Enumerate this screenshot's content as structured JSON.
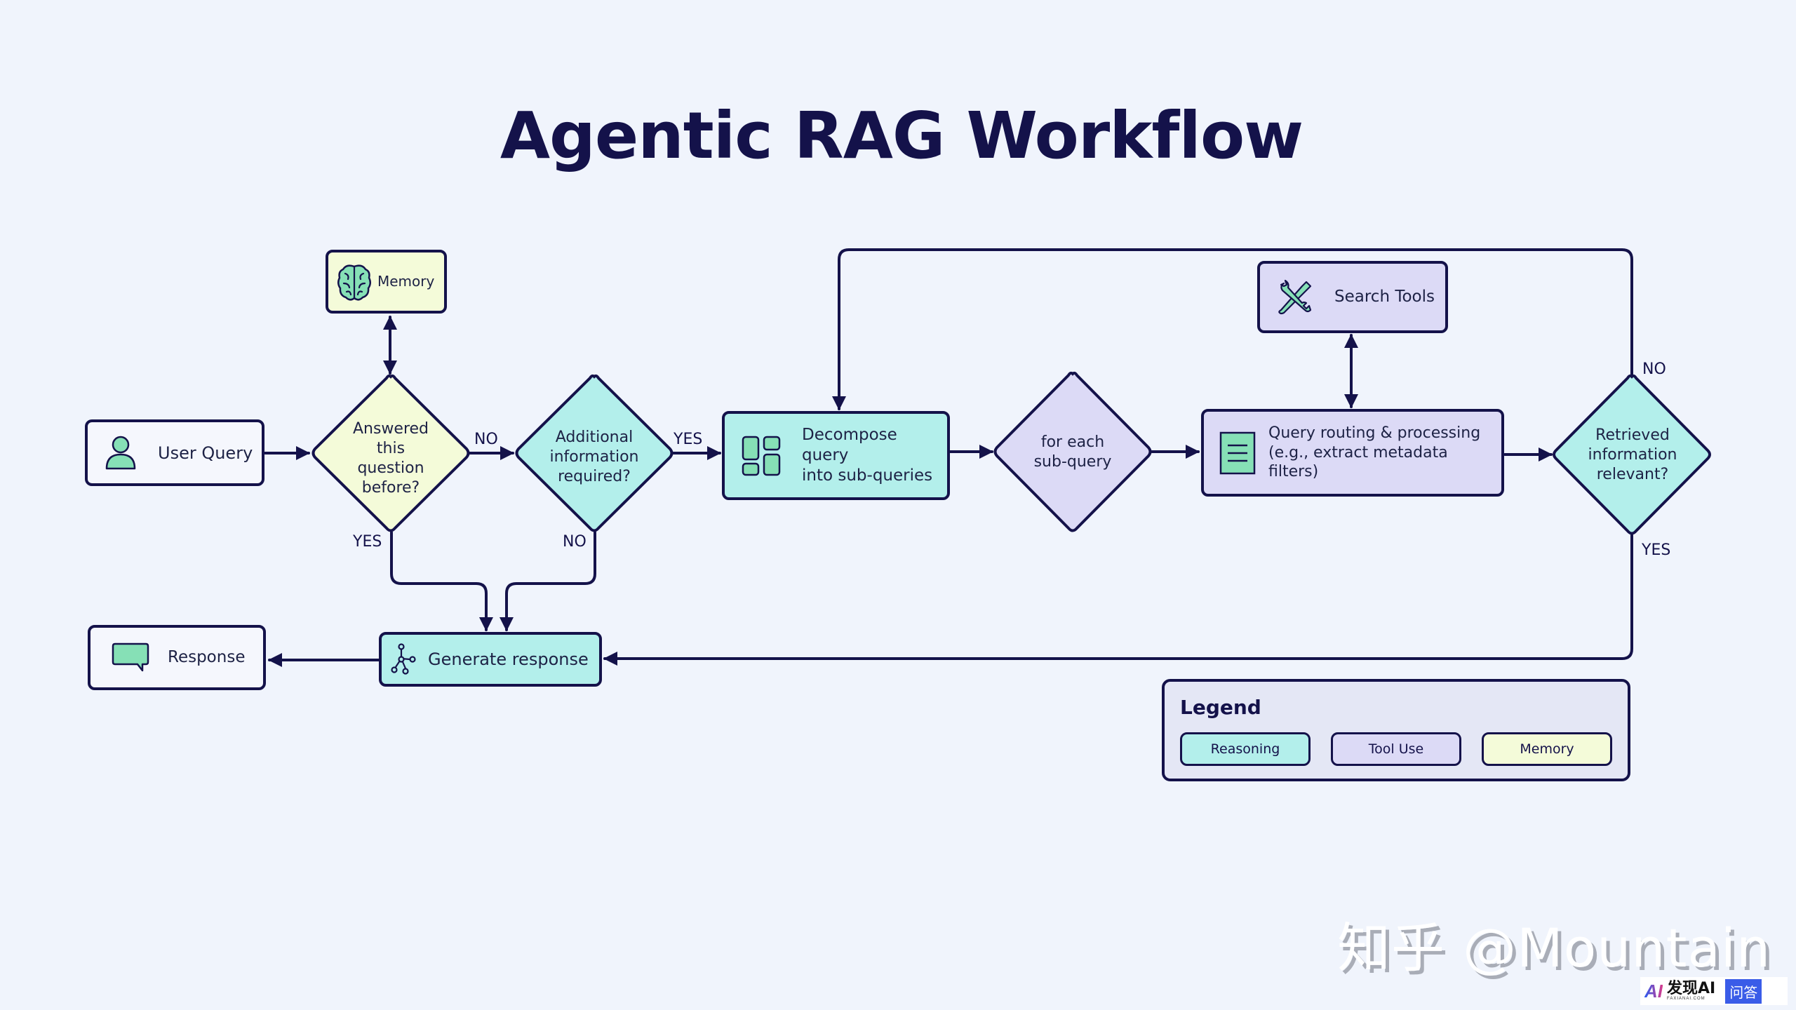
{
  "title": "Agentic RAG Workflow",
  "colors": {
    "background": "#f0f4fc",
    "stroke": "#14124a",
    "reasoning": "#b3efeb",
    "tool_use": "#dcdaf6",
    "memory": "#f4fbd9",
    "io_node": "#f5f7fd",
    "icon_fill": "#86e0b6"
  },
  "nodes": {
    "user_query": {
      "label": "User Query",
      "icon": "user-icon",
      "category": "io"
    },
    "memory": {
      "label": "Memory",
      "icon": "brain-icon",
      "category": "memory"
    },
    "answered_before": {
      "label": "Answered\nthis\nquestion\nbefore?",
      "shape": "diamond",
      "category": "memory"
    },
    "additional_info": {
      "label": "Additional\ninformation\nrequired?",
      "shape": "diamond",
      "category": "reasoning"
    },
    "decompose": {
      "label": "Decompose query\ninto sub-queries",
      "icon": "grid-layout-icon",
      "category": "reasoning"
    },
    "for_each": {
      "label": "for each\nsub-query",
      "shape": "diamond",
      "category": "tool_use"
    },
    "search_tools": {
      "label": "Search Tools",
      "icon": "tools-icon",
      "category": "tool_use"
    },
    "query_routing": {
      "label": "Query routing & processing\n(e.g., extract metadata\nfilters)",
      "icon": "document-icon",
      "category": "tool_use"
    },
    "retrieved_relevant": {
      "label": "Retrieved\ninformation\nrelevant?",
      "shape": "diamond",
      "category": "reasoning"
    },
    "generate_response": {
      "label": "Generate response",
      "icon": "network-icon",
      "category": "reasoning"
    },
    "response": {
      "label": "Response",
      "icon": "chat-bubble-icon",
      "category": "io"
    }
  },
  "edge_labels": {
    "answered_no": "NO",
    "answered_yes": "YES",
    "additional_yes": "YES",
    "additional_no": "NO",
    "retrieved_no": "NO",
    "retrieved_yes": "YES"
  },
  "edges": [
    {
      "from": "user_query",
      "to": "answered_before"
    },
    {
      "from": "memory",
      "to": "answered_before",
      "bidirectional": true
    },
    {
      "from": "answered_before",
      "to": "additional_info",
      "label": "NO"
    },
    {
      "from": "answered_before",
      "to": "generate_response",
      "label": "YES"
    },
    {
      "from": "additional_info",
      "to": "decompose",
      "label": "YES"
    },
    {
      "from": "additional_info",
      "to": "generate_response",
      "label": "NO"
    },
    {
      "from": "decompose",
      "to": "for_each"
    },
    {
      "from": "for_each",
      "to": "query_routing"
    },
    {
      "from": "search_tools",
      "to": "query_routing",
      "bidirectional": true
    },
    {
      "from": "query_routing",
      "to": "retrieved_relevant"
    },
    {
      "from": "retrieved_relevant",
      "to": "decompose",
      "label": "NO"
    },
    {
      "from": "retrieved_relevant",
      "to": "generate_response",
      "label": "YES"
    },
    {
      "from": "generate_response",
      "to": "response"
    }
  ],
  "legend": {
    "title": "Legend",
    "items": [
      {
        "label": "Reasoning",
        "color": "#b3efeb"
      },
      {
        "label": "Tool Use",
        "color": "#dcdaf6"
      },
      {
        "label": "Memory",
        "color": "#f4fbd9"
      }
    ]
  },
  "watermark": {
    "text": "知乎 @Mountain",
    "badge_logo": "AI",
    "badge_brand": "发现AI",
    "badge_domain": "FAXIANAI.COM",
    "badge_tag": "问答"
  }
}
